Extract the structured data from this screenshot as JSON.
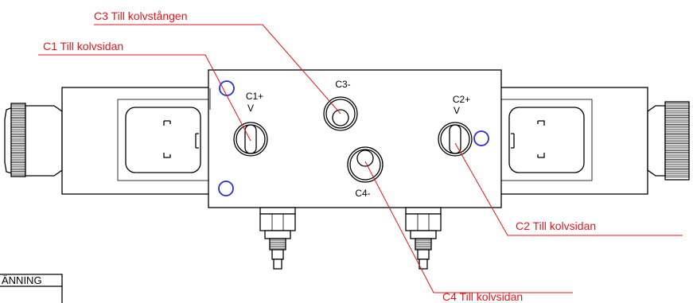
{
  "callouts": {
    "c3": "C3 Till kolvstången",
    "c1": "C1 Till kolvsidan",
    "c2": "C2 Till kolvsidan",
    "c4": "C4 Till kolvsidan"
  },
  "ports": {
    "c1": "C1+",
    "c1_mode": "V",
    "c2": "C2+",
    "c2_mode": "V",
    "c3": "C3-",
    "c4": "C4-"
  },
  "warning_box": {
    "text": "ÄNNING"
  },
  "colors": {
    "callout": "#e8141b",
    "mounting_hole": "#2b2fd0",
    "line": "#000000"
  }
}
